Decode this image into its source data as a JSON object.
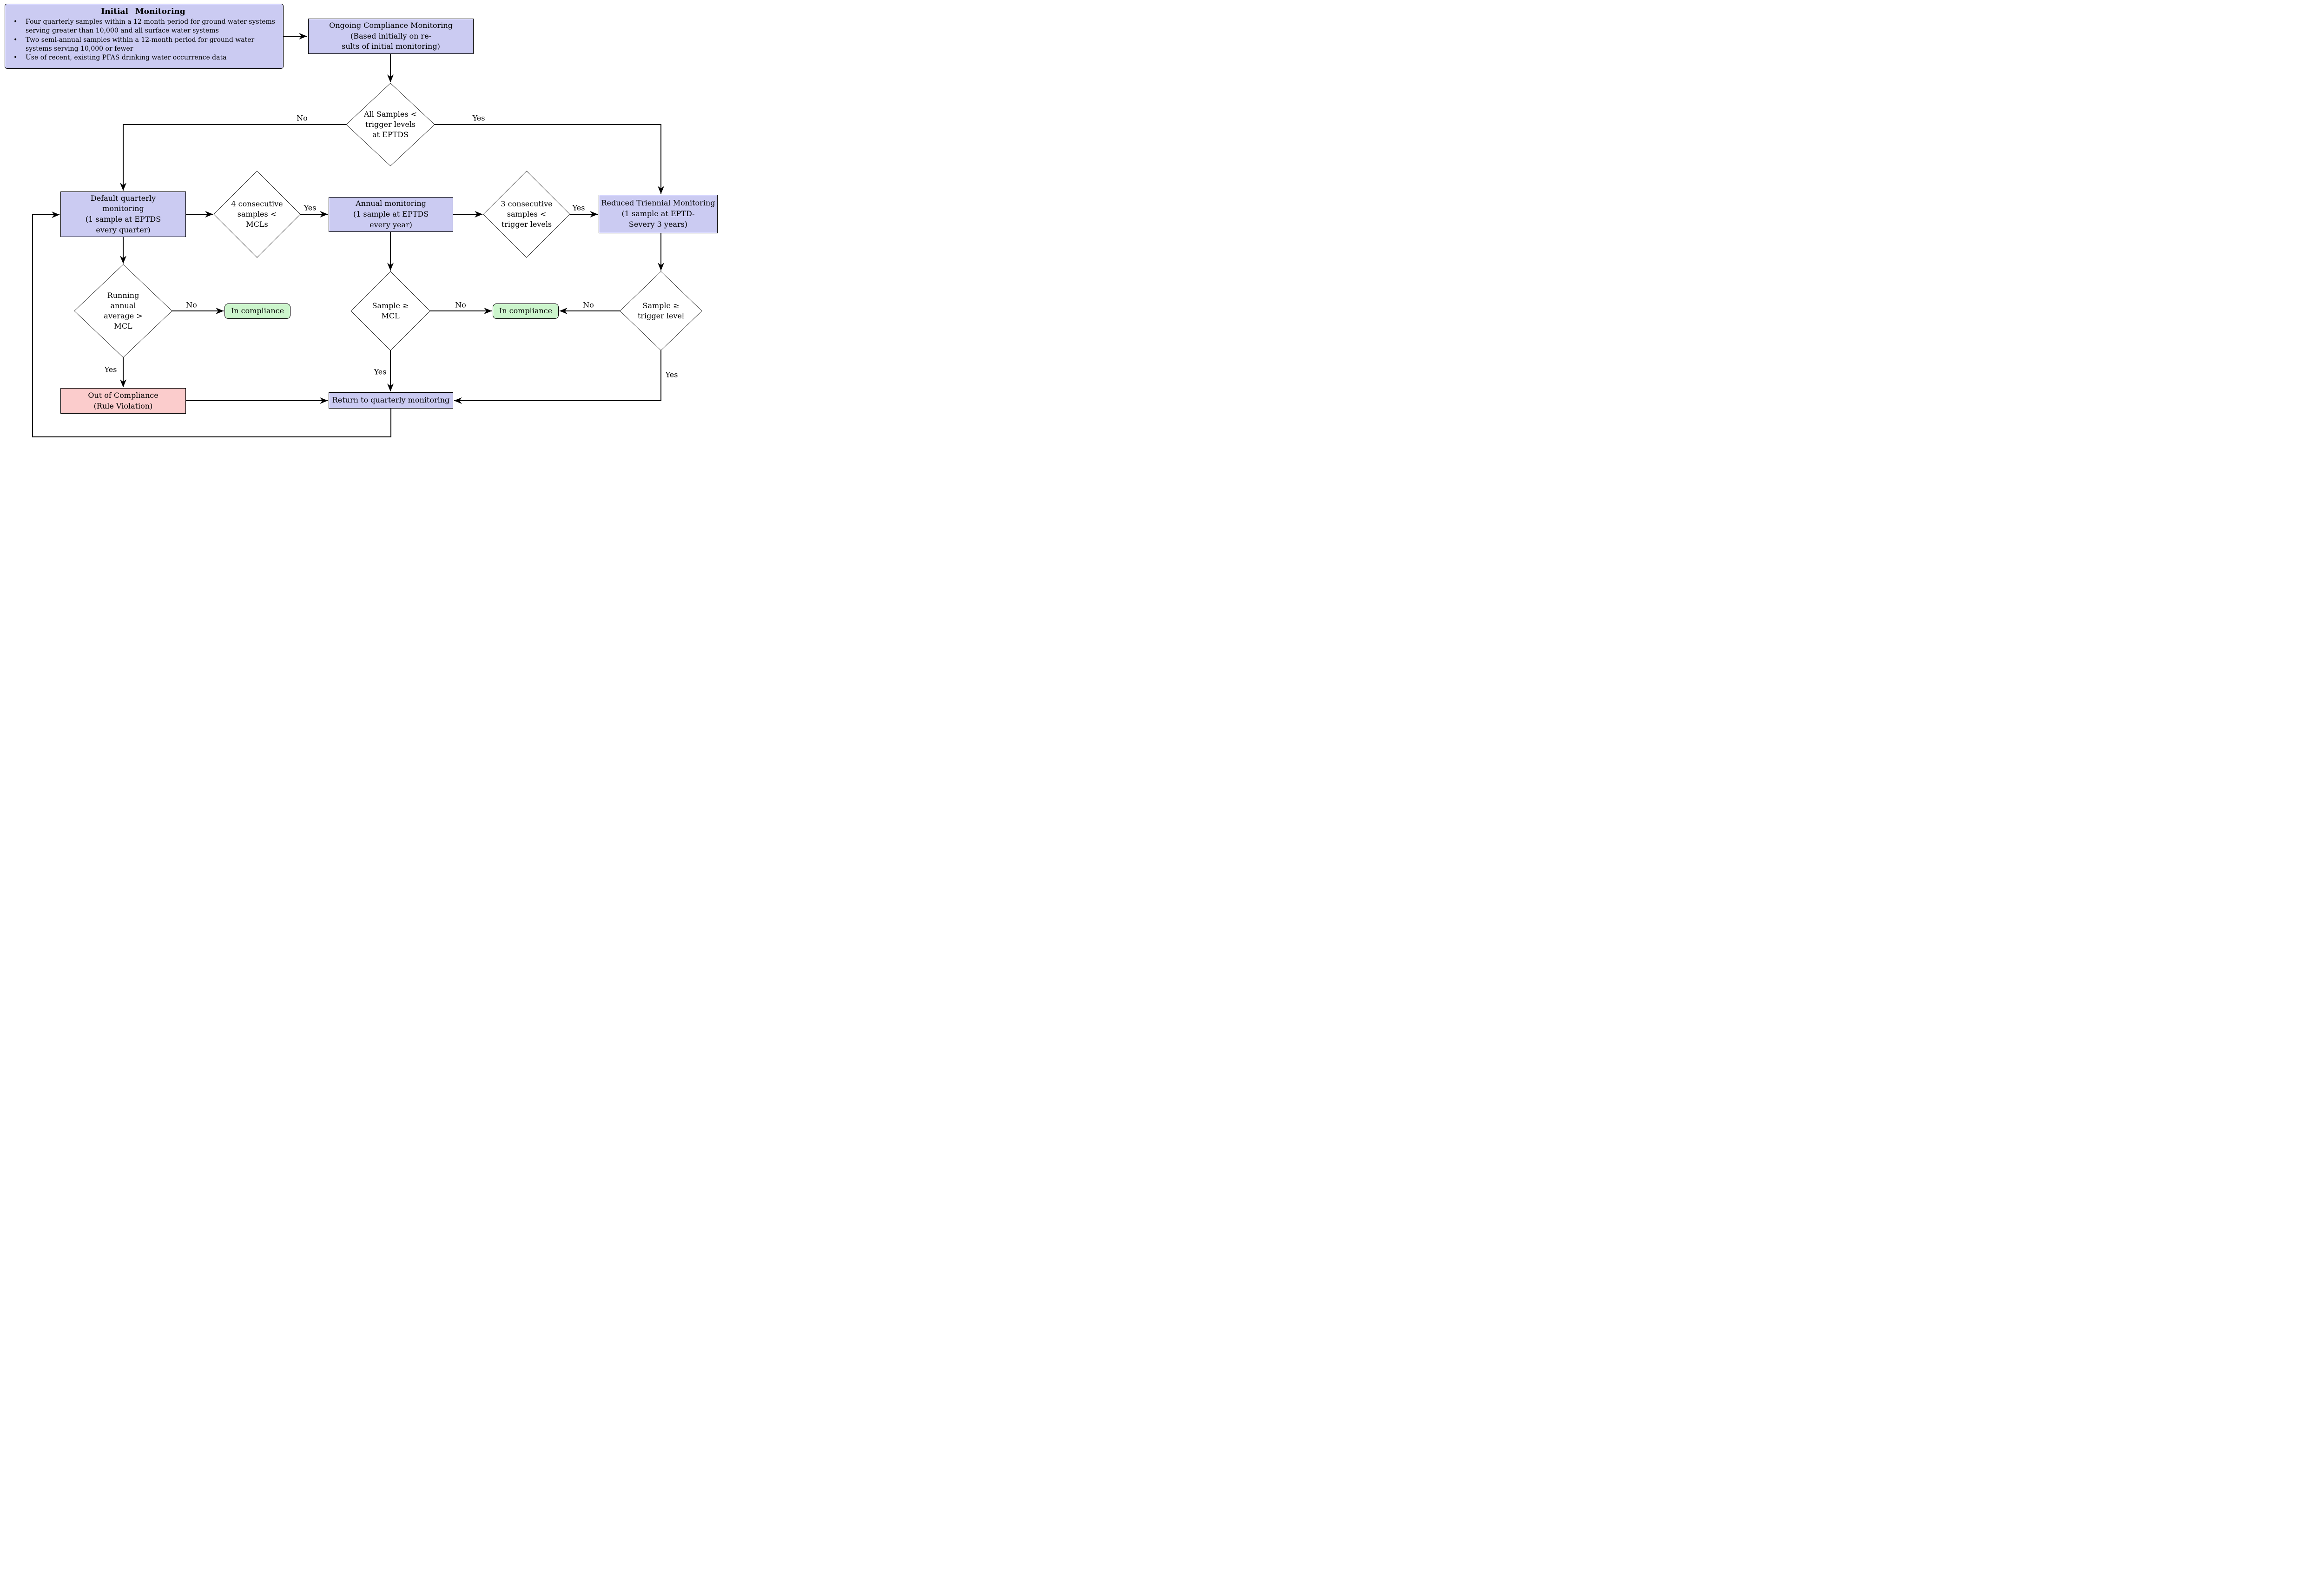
{
  "colors": {
    "process_fill": "#cbcbf2",
    "compliance_fill": "#ccf5cc",
    "violation_fill": "#fbcccc",
    "line": "#000000"
  },
  "initial_monitoring": {
    "title": "Initial Monitoring",
    "bullet_char": "•",
    "bullets": [
      "Four quarterly samples within a 12-month period for ground water systems serving greater than 10,000 and all surface water systems",
      "Two semi-annual samples within a 12-month period for ground water systems serving 10,000 or fewer",
      "Use of recent, existing PFAS drinking water occurrence data"
    ]
  },
  "nodes": {
    "ongoing_compliance": {
      "text": "Ongoing Compliance Monitoring\n(Based initially on re-\nsults of initial monitoring)"
    },
    "decision_trigger_eptds": {
      "text": "All Samples <\ntrigger levels\nat EPTDS"
    },
    "default_quarterly": {
      "text": "Default quarterly\nmonitoring\n(1 sample at EPTDS\nevery quarter)"
    },
    "decision_4_consecutive": {
      "text": "4 consecutive\nsamples <\nMCLs"
    },
    "annual_monitoring": {
      "text": "Annual monitoring\n(1 sample at EPTDS\nevery year)"
    },
    "decision_3_consecutive": {
      "text": "3 consecutive\nsamples <\ntrigger levels"
    },
    "reduced_triennial": {
      "text": "Reduced Triennial Monitoring\n(1 sample at EPTD-\nSevery 3 years)"
    },
    "decision_running_average": {
      "text": "Running\nannual\naverage >\nMCL"
    },
    "in_compliance_left": {
      "text": "In compliance"
    },
    "decision_sample_mcl": {
      "text": "Sample ≥\nMCL"
    },
    "in_compliance_right": {
      "text": "In compliance"
    },
    "decision_sample_trigger": {
      "text": "Sample ≥\ntrigger level"
    },
    "out_of_compliance": {
      "text": "Out of Compliance\n(Rule Violation)"
    },
    "return_quarterly": {
      "text": "Return to quarterly monitoring"
    }
  },
  "edge_labels": {
    "yes": "Yes",
    "no": "No"
  }
}
